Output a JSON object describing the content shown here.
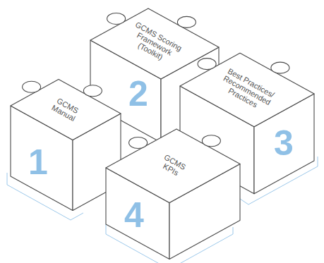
{
  "diagram": {
    "nodes": [
      {
        "text": [
          "GCMS Manual",
          "1"
        ]
      },
      {
        "text": [
          "GCMS Scoring Framework (Toolkit)",
          "2"
        ]
      },
      {
        "text": [
          "Best Practices/ Recommended Practices",
          "3"
        ]
      },
      {
        "text": [
          "GCMS KPIs",
          "4"
        ]
      }
    ]
  }
}
